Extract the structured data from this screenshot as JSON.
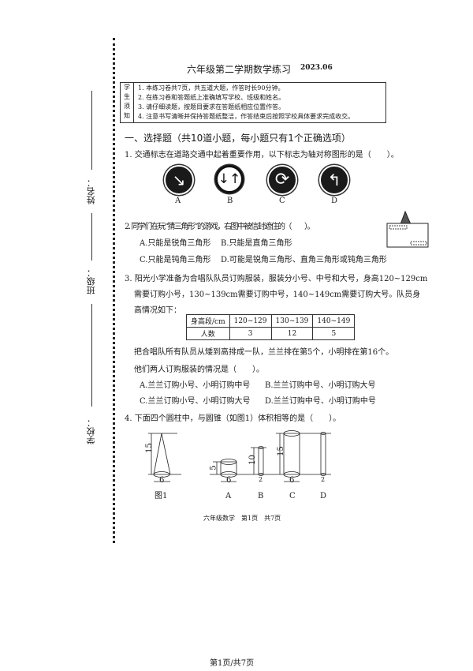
{
  "binding": {
    "name_label": "姓名：",
    "class_label": "班级：",
    "school_label": "学校："
  },
  "header": {
    "title": "六年级第二学期数学练习",
    "date": "2023.06"
  },
  "notice": {
    "label": [
      "学",
      "生",
      "须",
      "知"
    ],
    "items": [
      "1. 本练习卷共7页，共五道大题，作答时长90分钟。",
      "2. 在练习卷和答题纸上准确填写学校、班级和姓名。",
      "3. 请仔细读题，按题目要求在答题纸相应位置作答。",
      "4. 注意书写清晰并保持答题纸整洁，作答结束后按照学校具体要求完成收交。"
    ]
  },
  "section1": {
    "heading": "一、选择题（共10道小题，每小题只有1个正确选项）"
  },
  "q1": {
    "text": "1. 交通标志在道路交通中起着重要作用，以下标志为轴对称图形的是（　　）。",
    "signs": [
      {
        "label": "A",
        "icon": "arrow-down-right"
      },
      {
        "label": "B",
        "icon": "two-way-arrows"
      },
      {
        "label": "C",
        "icon": "roundabout"
      },
      {
        "label": "D",
        "icon": "turn-left"
      }
    ]
  },
  "q2": {
    "text": "2. 同学们在玩“猜三角形”的游戏，右图中被信封遮住的（　　）。",
    "options": [
      "A.只能是锐角三角形",
      "B.只能是直角三角形",
      "C.只能是钝角三角形",
      "D.可能是锐角三角形、直角三角形或钝角三角形"
    ]
  },
  "q3": {
    "text": [
      "3. 阳光小学准备为合唱队队员订购服装，服装分小号、中号和大号，身高120~129cm",
      "需要订购小号，130~139cm需要订购中号，140~149cm需要订购大号。队员身",
      "高情况如下："
    ],
    "table": {
      "headers": [
        "身高段/cm",
        "120~129",
        "130~139",
        "140~149"
      ],
      "row": [
        "人数",
        "3",
        "12",
        "5"
      ]
    },
    "text2": "把合唱队所有队员从矮到高排成一队，兰兰排在第5个，小明排在第16个。",
    "text3": "他们两人订购服装的情况是（　　）。",
    "options": [
      "A.兰兰订购小号、小明订购中号",
      "B.兰兰订购中号、小明订购大号",
      "C.兰兰订购小号、小明订购大号",
      "D.兰兰订购中号、小明订购中号"
    ]
  },
  "q4": {
    "text": "4. 下面四个圆柱中，与圆锥（如图1）体积相等的是（　　）。",
    "figures": {
      "cone": {
        "height": "15",
        "diameter": "6",
        "label": "图1"
      },
      "A": {
        "height": "5",
        "diameter": "6",
        "label": "A"
      },
      "B": {
        "height": "10",
        "diameter": "2",
        "label": "B"
      },
      "C": {
        "height": "15",
        "diameter": "6",
        "label": "C"
      },
      "D": {
        "diameter": "2",
        "label": "D"
      }
    }
  },
  "footer": {
    "text": "六年级数学　第1页　共7页"
  },
  "viewer_page": "第1页/共7页"
}
